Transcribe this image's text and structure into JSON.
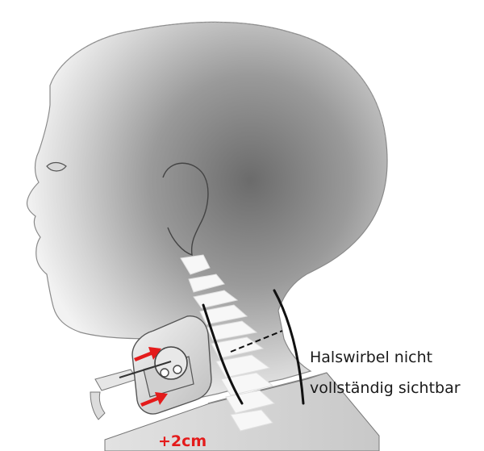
{
  "annotation": {
    "line1": "Halswirbel nicht",
    "line2": "vollständig sichtbar"
  },
  "measurement": {
    "label": "+2cm"
  },
  "colors": {
    "arrow": "#e41b1b",
    "outline": "#111111",
    "skin_light": "#f2f2f2",
    "skin_dark": "#6a6a6a"
  },
  "icons": {
    "arrows": "arrow-right-icon",
    "head": "head-silhouette",
    "spine": "cervical-spine",
    "device": "ear-rod-holder"
  }
}
